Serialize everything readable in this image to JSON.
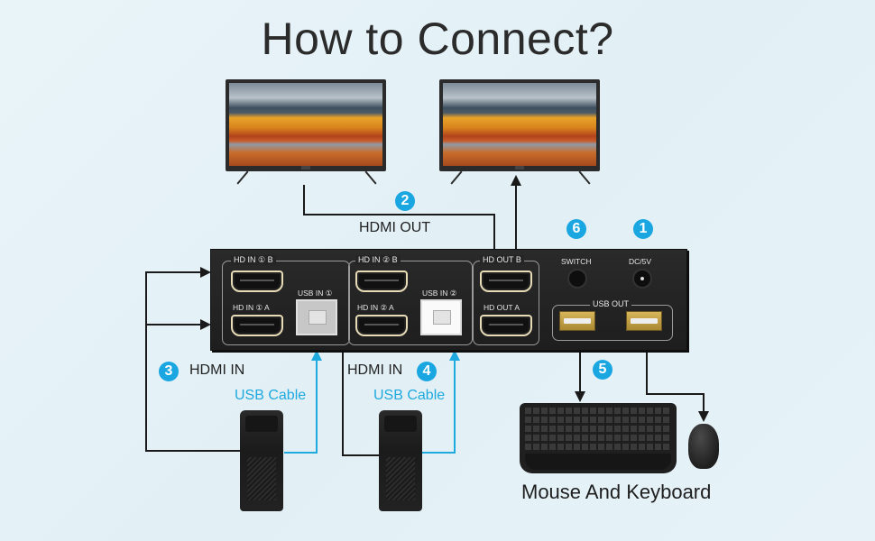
{
  "title": "How to Connect?",
  "steps": [
    {
      "number": "1",
      "target": "DC/5V"
    },
    {
      "number": "2",
      "label": "HDMI OUT"
    },
    {
      "number": "3",
      "label": "HDMI IN"
    },
    {
      "number": "4",
      "label": "HDMI IN"
    },
    {
      "number": "5",
      "target": "USB OUT"
    },
    {
      "number": "6",
      "target": "SWITCH"
    }
  ],
  "cable_labels": {
    "usb_cable_1": "USB Cable",
    "usb_cable_2": "USB Cable"
  },
  "kvm_panel": {
    "hd_in_1_b": "HD IN ① B",
    "hd_in_1_a": "HD IN ① A",
    "usb_in_1": "USB IN ①",
    "hd_in_2_b": "HD IN ② B",
    "hd_in_2_a": "HD IN ② A",
    "usb_in_2": "USB IN ②",
    "hd_out_b": "HD OUT B",
    "hd_out_a": "HD OUT A",
    "switch": "SWITCH",
    "dc": "DC/5V",
    "usb_out": "USB OUT"
  },
  "peripherals_caption": "Mouse And Keyboard",
  "colors": {
    "accent": "#1aa6e0",
    "usb_cable": "#1ea9df",
    "hdmi_cable": "#1a1a1a",
    "background": "#e4f1f7"
  }
}
